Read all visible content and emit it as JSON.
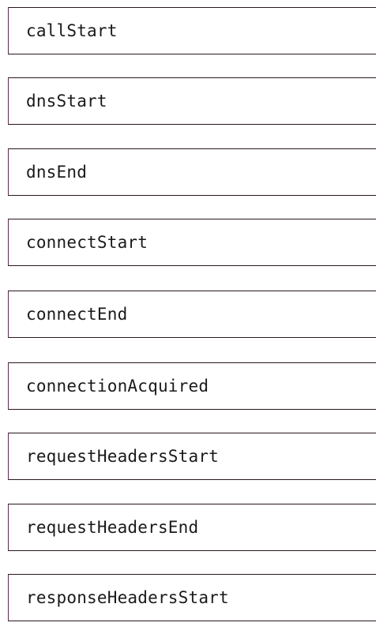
{
  "events": [
    {
      "label": "callStart"
    },
    {
      "label": "dnsStart"
    },
    {
      "label": "dnsEnd"
    },
    {
      "label": "connectStart"
    },
    {
      "label": "connectEnd"
    },
    {
      "label": "connectionAcquired"
    },
    {
      "label": "requestHeadersStart"
    },
    {
      "label": "requestHeadersEnd"
    },
    {
      "label": "responseHeadersStart"
    }
  ]
}
